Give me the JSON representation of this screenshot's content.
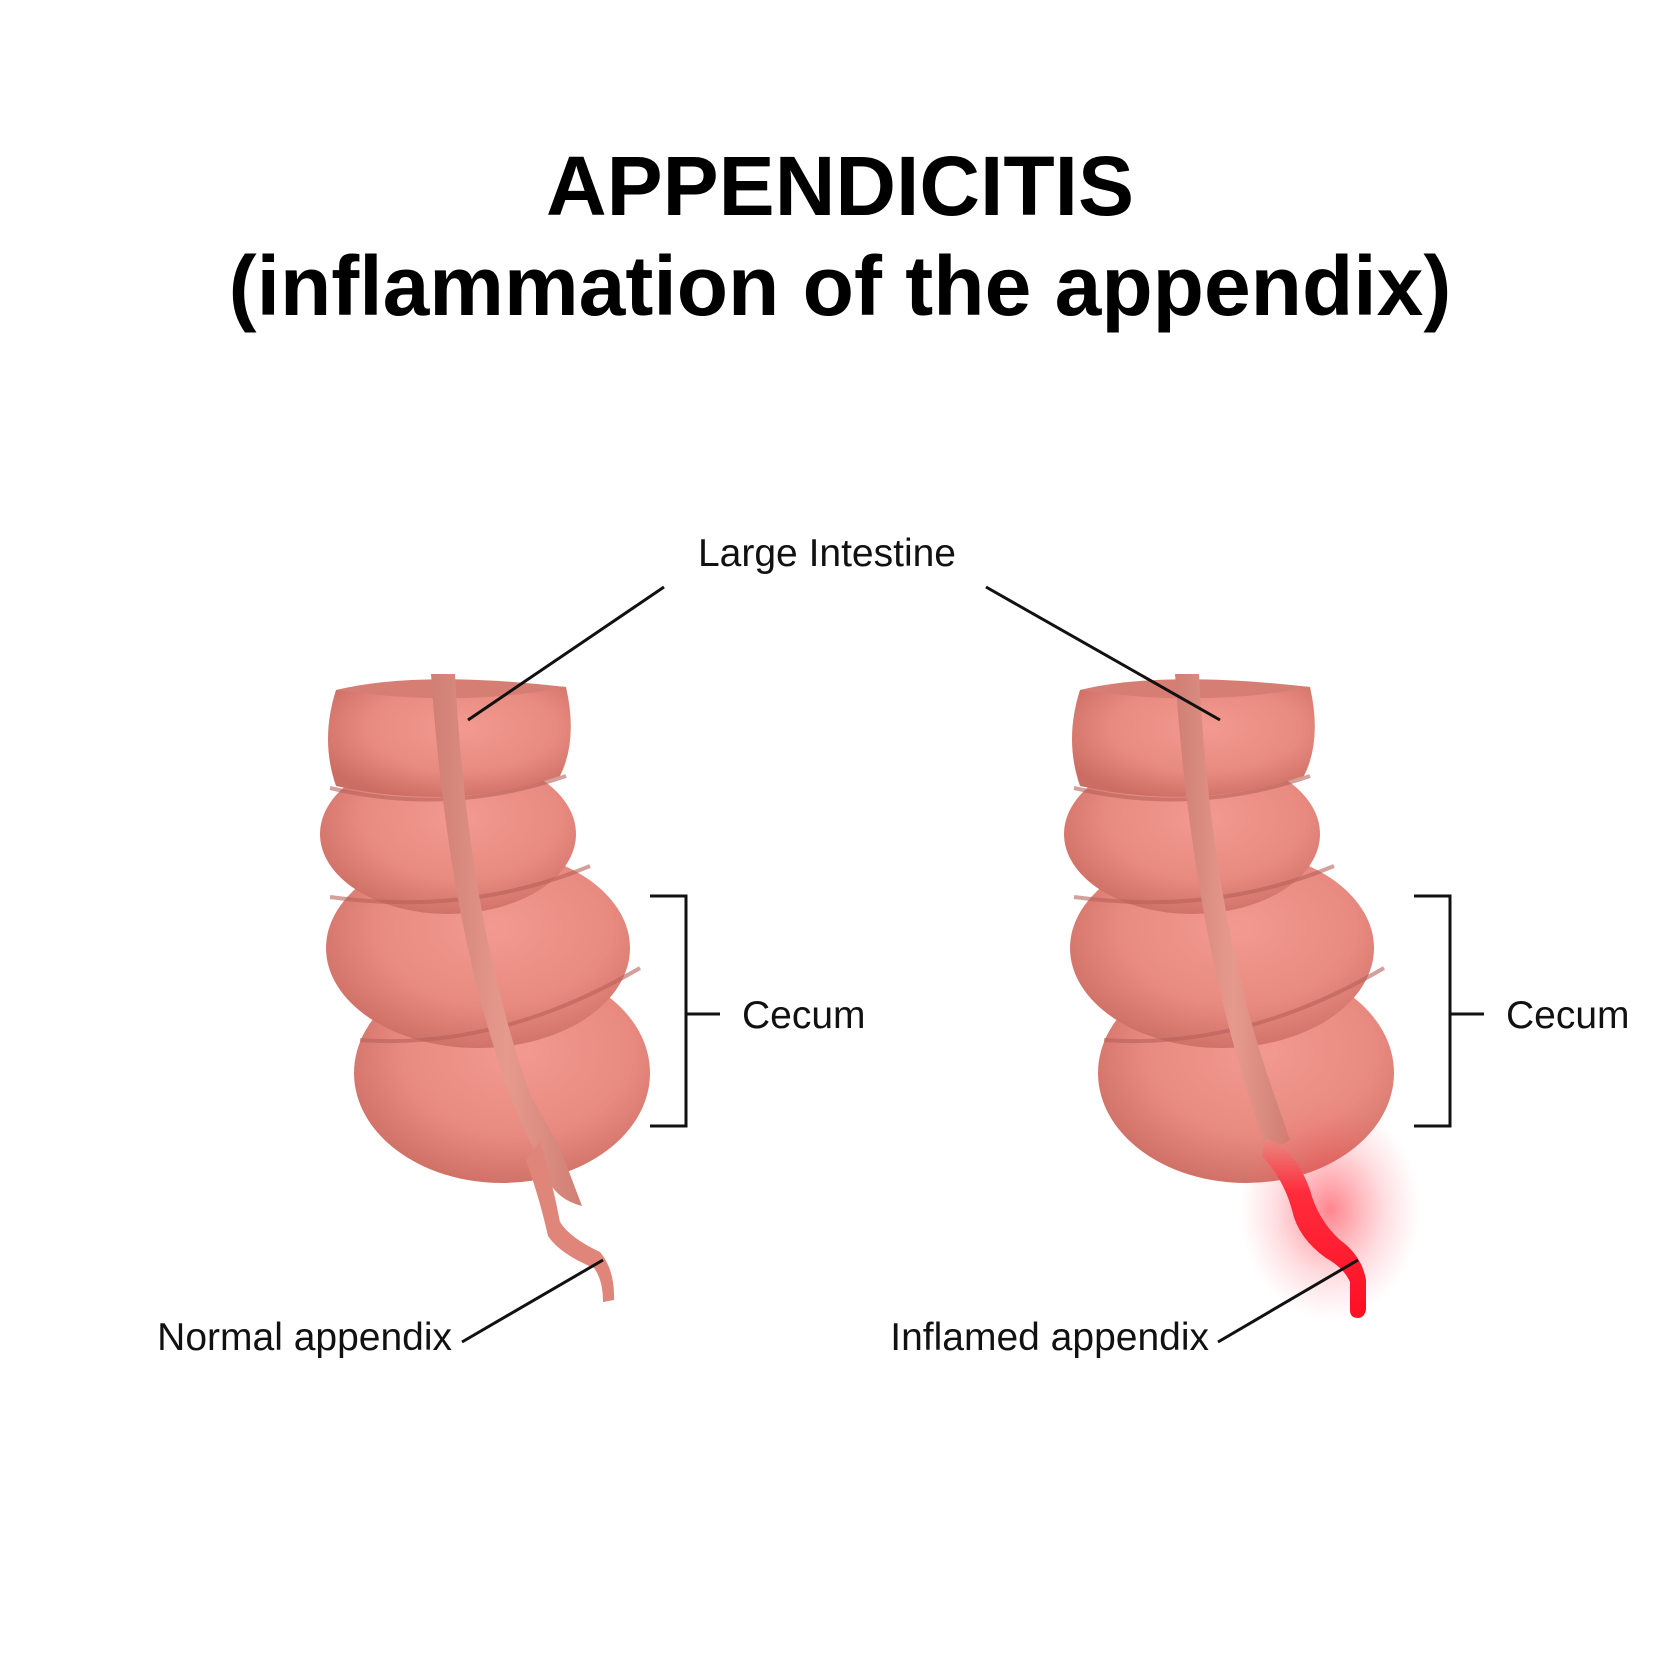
{
  "title": {
    "line1": "APPENDICITIS",
    "line2": "(inflammation of the appendix)"
  },
  "labels": {
    "large_intestine": "Large Intestine",
    "cecum_left": "Cecum",
    "cecum_right": "Cecum",
    "normal_appendix": "Normal appendix",
    "inflamed_appendix": "Inflamed appendix"
  },
  "colors": {
    "tissue": "#e88a80",
    "tissue_shadow": "#c86a60",
    "tissue_highlight": "#f3a29a",
    "band": "#df9487",
    "inflamed": "#ff1a2e",
    "line": "#111111"
  }
}
